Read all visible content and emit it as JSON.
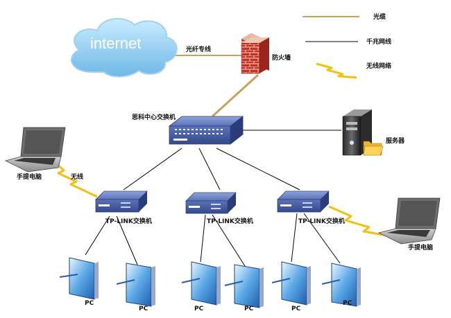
{
  "legend": {
    "fiber": "光缆",
    "gigabit": "千兆网线",
    "wireless": "无线网络"
  },
  "cloud": {
    "label": "internet"
  },
  "fiber_line": {
    "label": "光纤专线"
  },
  "firewall": {
    "label": "防火墙"
  },
  "core_switch": {
    "label": "思科中心交换机"
  },
  "server": {
    "label": "服务器"
  },
  "laptop_left": {
    "label": "手提电脑"
  },
  "wireless_link": {
    "label": "无线"
  },
  "laptop_right": {
    "label": "手提电脑"
  },
  "access_switches": [
    {
      "label": "TP-LINK交换机"
    },
    {
      "label": "TP-LINK交换机"
    },
    {
      "label": "TP-LINK交换机"
    }
  ],
  "pcs": [
    {
      "label": "PC"
    },
    {
      "label": "PC"
    },
    {
      "label": "PC"
    },
    {
      "label": "PC"
    },
    {
      "label": "PC"
    },
    {
      "label": "PC"
    }
  ],
  "colors": {
    "fiber": "#c8a15a",
    "gigabit": "#000000",
    "wireless": "#f2c012",
    "cloud": "#7fc4ec",
    "switch": "#4a64a8",
    "firewall": "#c8312a"
  }
}
